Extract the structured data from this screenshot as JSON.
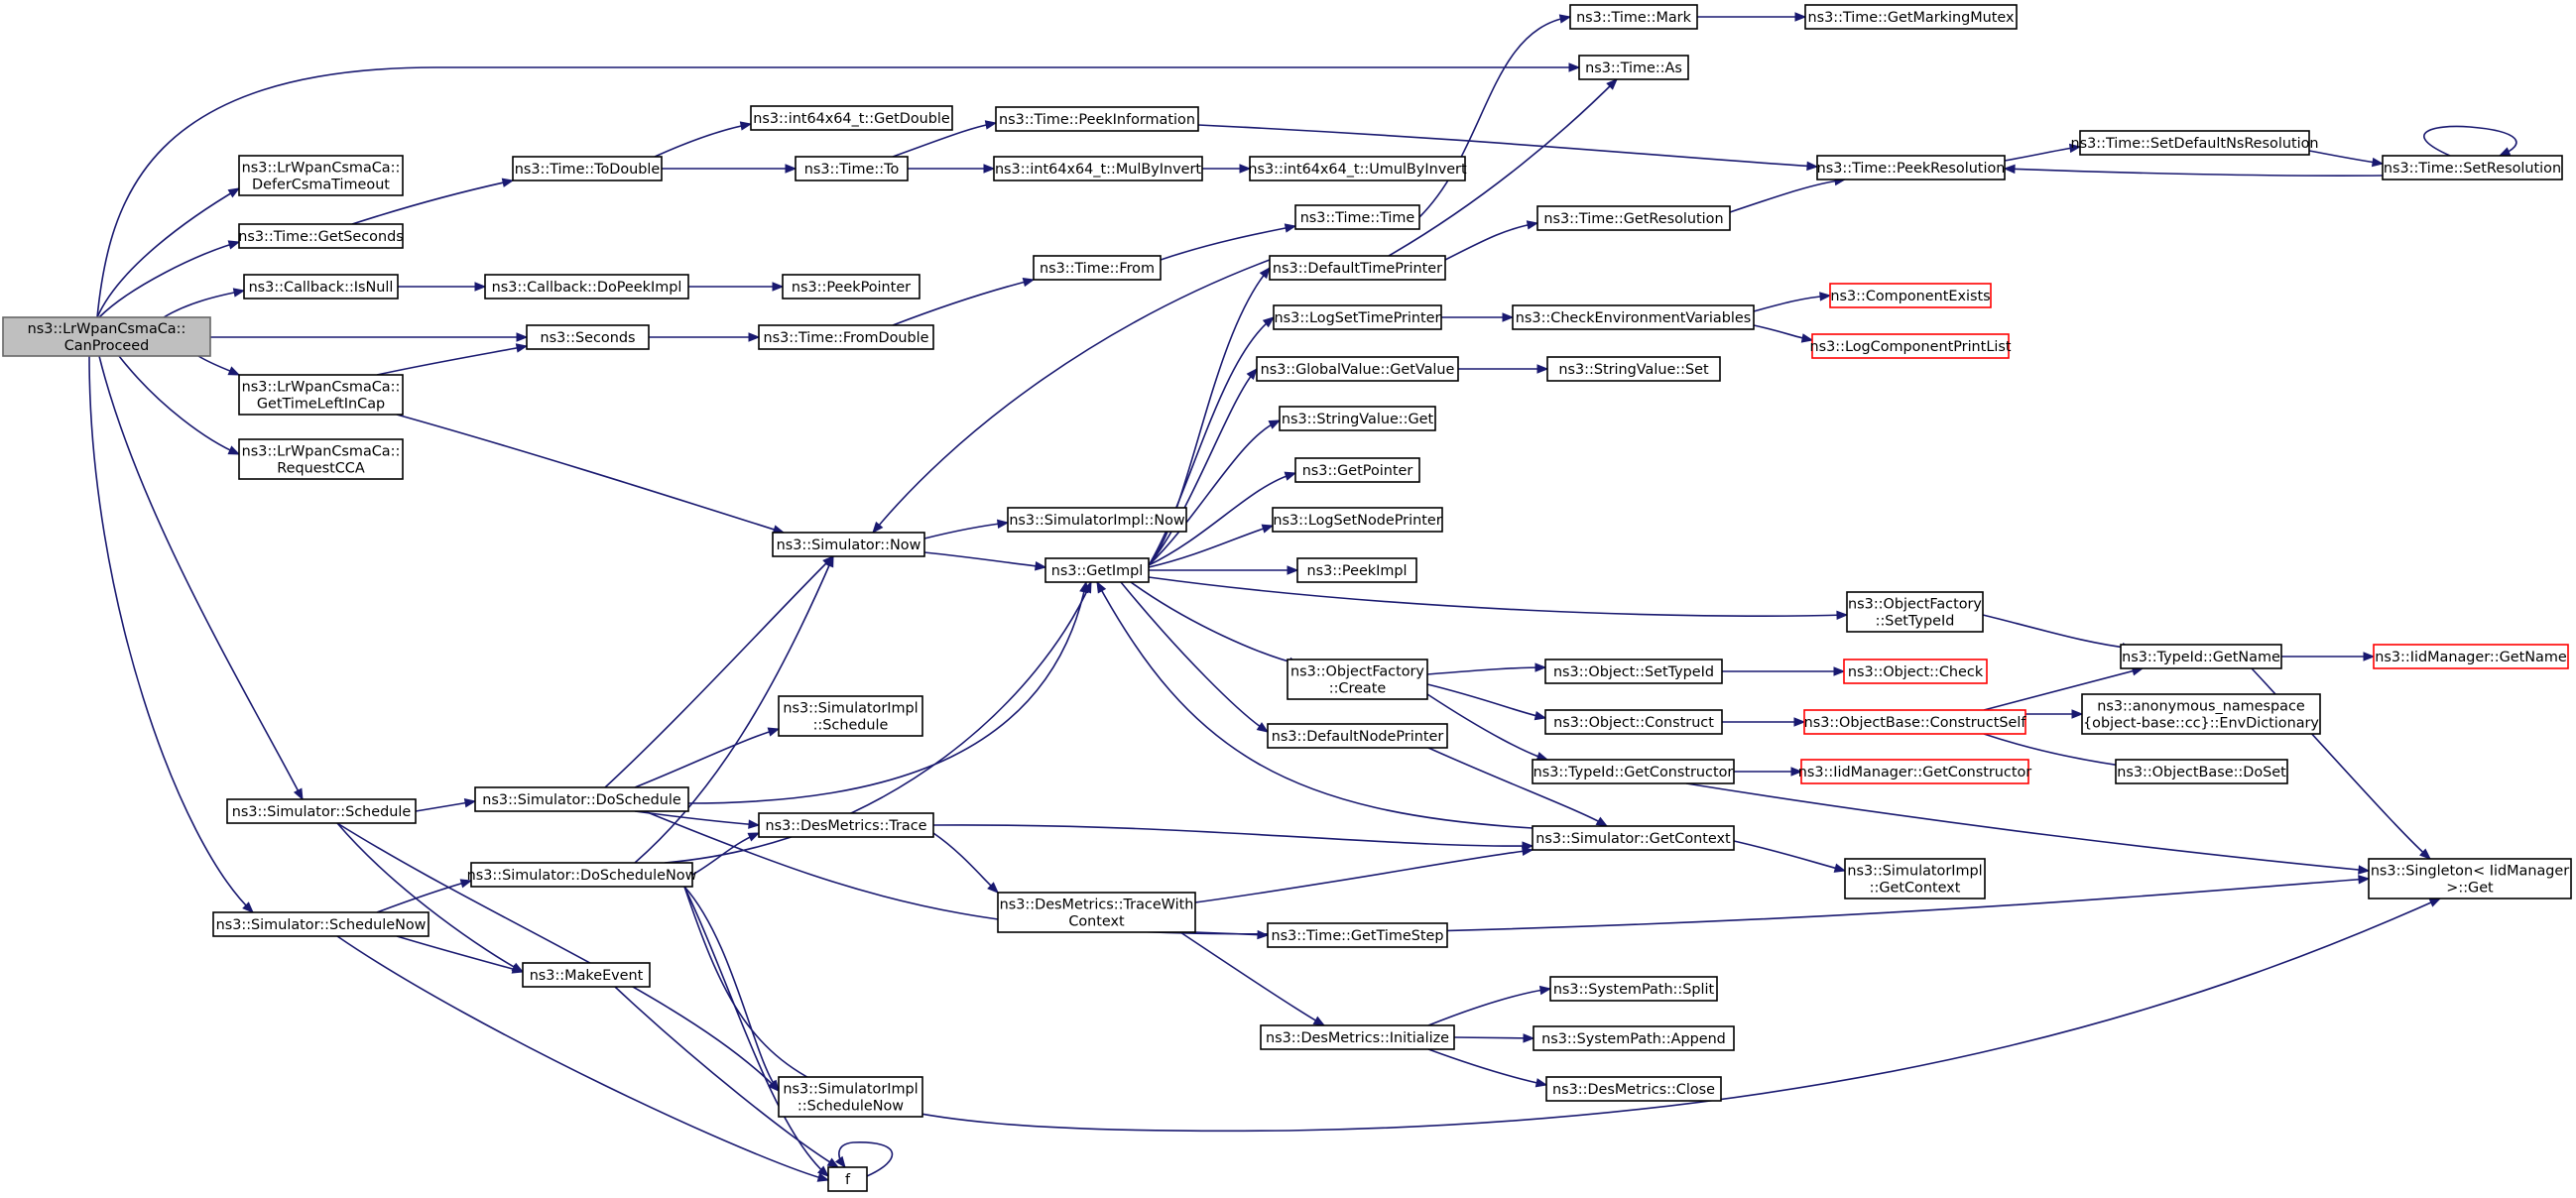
{
  "diagram": {
    "colors": {
      "edge": "#191970",
      "border": "#000000",
      "truncated_border": "#ff0000",
      "root_fill": "#bfbfbf"
    },
    "nodes": {
      "root": [
        "ns3::LrWpanCsmaCa::",
        "CanProceed"
      ],
      "defer": [
        "ns3::LrWpanCsmaCa::",
        "DeferCsmaTimeout"
      ],
      "getseconds": [
        "ns3::Time::GetSeconds"
      ],
      "isnull": [
        "ns3::Callback::IsNull"
      ],
      "seconds": [
        "ns3::Seconds"
      ],
      "gettimeleft": [
        "ns3::LrWpanCsmaCa::",
        "GetTimeLeftInCap"
      ],
      "requestcca": [
        "ns3::LrWpanCsmaCa::",
        "RequestCCA"
      ],
      "schedule": [
        "ns3::Simulator::Schedule"
      ],
      "schedulenow": [
        "ns3::Simulator::ScheduleNow"
      ],
      "todouble": [
        "ns3::Time::ToDouble"
      ],
      "dopeekimpl": [
        "ns3::Callback::DoPeekImpl"
      ],
      "simnow": [
        "ns3::Simulator::Now"
      ],
      "doschedule": [
        "ns3::Simulator::DoSchedule"
      ],
      "doschedulenow": [
        "ns3::Simulator::DoScheduleNow"
      ],
      "makeevent": [
        "ns3::MakeEvent"
      ],
      "f": [
        "f"
      ],
      "getdouble": [
        "ns3::int64x64_t::GetDouble"
      ],
      "to": [
        "ns3::Time::To"
      ],
      "peekpointer": [
        "ns3::PeekPointer"
      ],
      "fromdouble": [
        "ns3::Time::FromDouble"
      ],
      "implschedule": [
        "ns3::SimulatorImpl",
        "::Schedule"
      ],
      "implschedulenow": [
        "ns3::SimulatorImpl",
        "::ScheduleNow"
      ],
      "peekinfo": [
        "ns3::Time::PeekInformation"
      ],
      "mulbyinvert": [
        "ns3::int64x64_t::MulByInvert"
      ],
      "timefrom": [
        "ns3::Time::From"
      ],
      "implnow": [
        "ns3::SimulatorImpl::Now"
      ],
      "getimpl": [
        "ns3::GetImpl"
      ],
      "destrace": [
        "ns3::DesMetrics::Trace"
      ],
      "destracewith": [
        "ns3::DesMetrics::TraceWith",
        "Context"
      ],
      "umulbyinvert": [
        "ns3::int64x64_t::UmulByInvert"
      ],
      "timetime": [
        "ns3::Time::Time"
      ],
      "defaulttimeprinter": [
        "ns3::DefaultTimePrinter"
      ],
      "logsettimeprinter": [
        "ns3::LogSetTimePrinter"
      ],
      "globalget": [
        "ns3::GlobalValue::GetValue"
      ],
      "stringget": [
        "ns3::StringValue::Get"
      ],
      "getpointer": [
        "ns3::GetPointer"
      ],
      "logsetnode": [
        "ns3::LogSetNodePrinter"
      ],
      "peekimpl": [
        "ns3::PeekImpl"
      ],
      "ofcreate": [
        "ns3::ObjectFactory",
        "::Create"
      ],
      "defaultnodeprinter": [
        "ns3::DefaultNodePrinter"
      ],
      "gettimestep": [
        "ns3::Time::GetTimeStep"
      ],
      "desinit": [
        "ns3::DesMetrics::Initialize"
      ],
      "timemark": [
        "ns3::Time::Mark"
      ],
      "timeas": [
        "ns3::Time::As"
      ],
      "getresolution": [
        "ns3::Time::GetResolution"
      ],
      "checkenv": [
        "ns3::CheckEnvironmentVariables"
      ],
      "stringset": [
        "ns3::StringValue::Set"
      ],
      "objsettypeid": [
        "ns3::Object::SetTypeId"
      ],
      "objconstruct": [
        "ns3::Object::Construct"
      ],
      "typeidgetctor": [
        "ns3::TypeId::GetConstructor"
      ],
      "simgetcontext": [
        "ns3::Simulator::GetContext"
      ],
      "split": [
        "ns3::SystemPath::Split"
      ],
      "append": [
        "ns3::SystemPath::Append"
      ],
      "desclose": [
        "ns3::DesMetrics::Close"
      ],
      "getmarkingmutex": [
        "ns3::Time::GetMarkingMutex"
      ],
      "peekresolution": [
        "ns3::Time::PeekResolution"
      ],
      "compexists": [
        "ns3::ComponentExists"
      ],
      "logcompprint": [
        "ns3::LogComponentPrintList"
      ],
      "ofsettypeid": [
        "ns3::ObjectFactory",
        "::SetTypeId"
      ],
      "objcheck": [
        "ns3::Object::Check"
      ],
      "constructself": [
        "ns3::ObjectBase::ConstructSelf"
      ],
      "iidgetctor": [
        "ns3::IidManager::GetConstructor"
      ],
      "implgetcontext": [
        "ns3::SimulatorImpl",
        "::GetContext"
      ],
      "setdefaultns": [
        "ns3::Time::SetDefaultNsResolution"
      ],
      "setresolution": [
        "ns3::Time::SetResolution"
      ],
      "typeidgetname": [
        "ns3::TypeId::GetName"
      ],
      "envdict": [
        "ns3::anonymous_namespace",
        "{object-base::cc}::EnvDictionary"
      ],
      "doset": [
        "ns3::ObjectBase::DoSet"
      ],
      "iidgetname": [
        "ns3::IidManager::GetName"
      ],
      "singleton": [
        "ns3::Singleton< IidManager",
        ">::Get"
      ]
    }
  }
}
